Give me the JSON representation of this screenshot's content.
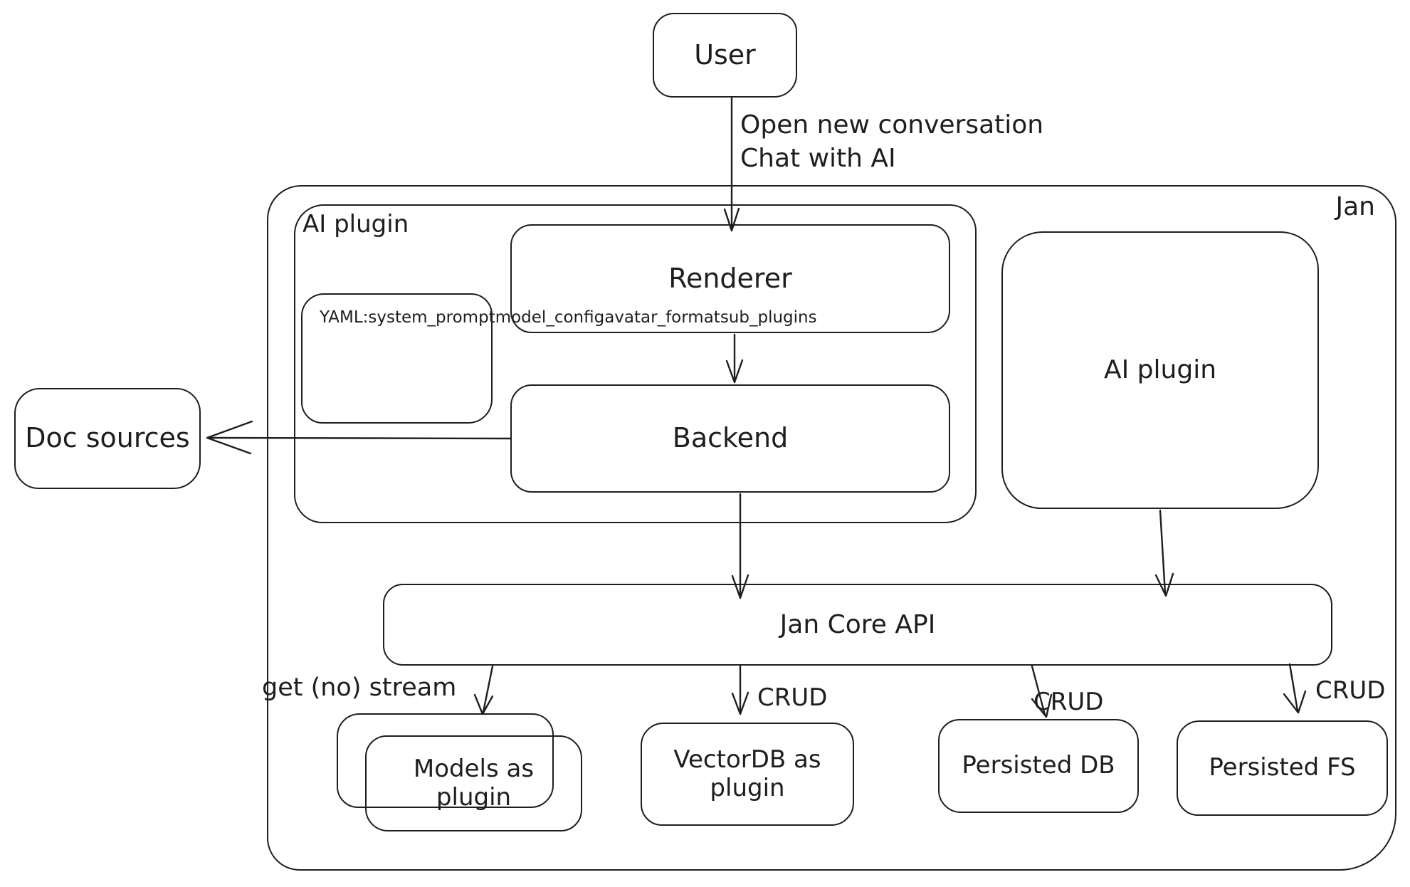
{
  "canvas": {
    "background_color": "#ffffff",
    "stroke_color": "#1e1e1e"
  },
  "nodes": {
    "user": {
      "label": "User"
    },
    "jan": {
      "label": "Jan"
    },
    "ai_plugin_container": {
      "label": "AI plugin"
    },
    "renderer": {
      "label": "Renderer"
    },
    "backend": {
      "label": "Backend"
    },
    "yaml_note": {
      "lines": [
        "YAML:",
        "system_prompt",
        "model_config",
        "avatar_format",
        "sub_plugins"
      ]
    },
    "ai_plugin_right": {
      "label": "AI plugin"
    },
    "doc_sources": {
      "label": "Doc sources"
    },
    "jan_core_api": {
      "label": "Jan Core API"
    },
    "models_as_plugin": {
      "label": "Models as plugin"
    },
    "vectordb_as_plugin": {
      "label": "VectorDB as plugin"
    },
    "persisted_db": {
      "label": "Persisted DB"
    },
    "persisted_fs": {
      "label": "Persisted FS"
    }
  },
  "edge_labels": {
    "user_to_renderer_line1": "Open new conversation",
    "user_to_renderer_line2": "Chat with AI",
    "api_to_models": "get (no) stream",
    "api_to_vectordb": "CRUD",
    "api_to_persisted_db": "CRUD",
    "api_to_persisted_fs": "CRUD"
  }
}
